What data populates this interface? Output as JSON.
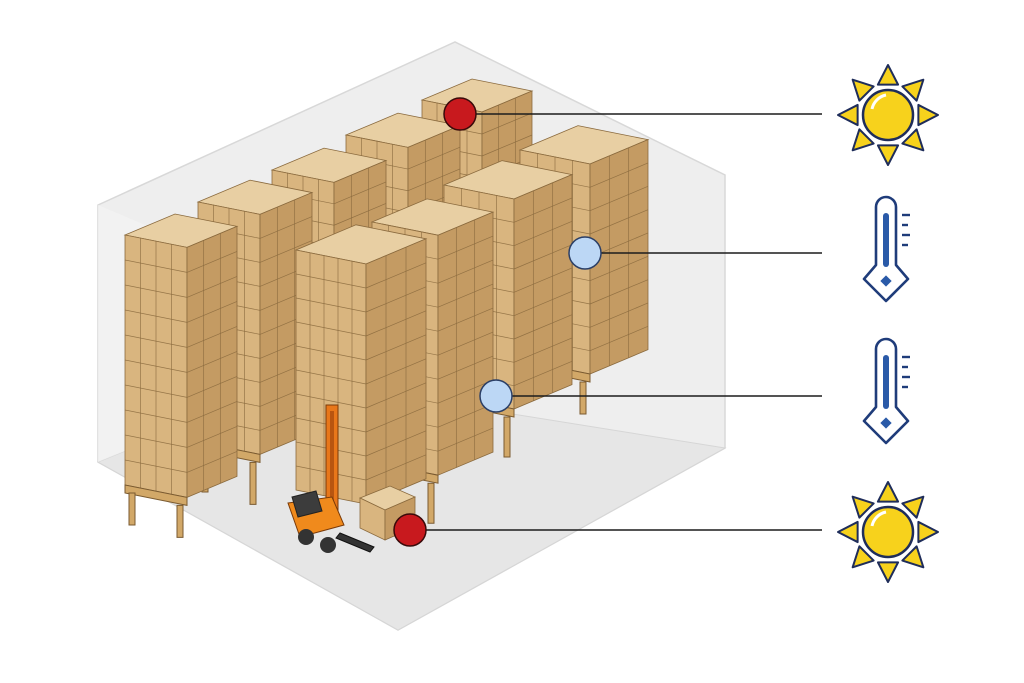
{
  "diagram": {
    "sensors": [
      {
        "id": "top",
        "status_color": "#c8191e",
        "indicator": "sun-icon"
      },
      {
        "id": "upper-middle",
        "status_color": "#bcd7f5",
        "indicator": "thermometer-icon"
      },
      {
        "id": "lower-middle",
        "status_color": "#bcd7f5",
        "indicator": "thermometer-icon"
      },
      {
        "id": "floor",
        "status_color": "#c8191e",
        "indicator": "sun-icon"
      }
    ],
    "colors": {
      "hot": "#c8191e",
      "cool": "#bcd7f5",
      "sun": "#f7d21c",
      "thermometer": "#2a5aa8",
      "forklift": "#f08a1c"
    }
  }
}
